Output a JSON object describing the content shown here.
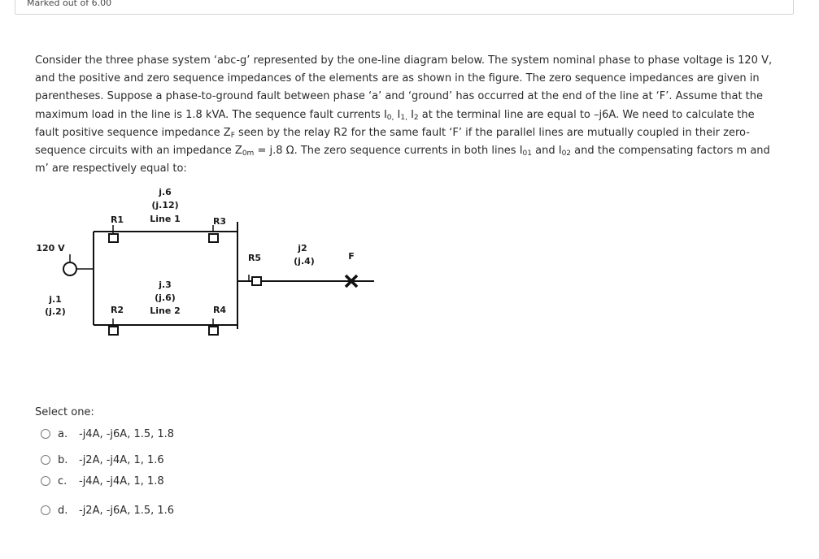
{
  "header": {
    "marked": "Marked out of 6.00"
  },
  "question": {
    "p1": "Consider the three phase system ‘abc-g’ represented by the one-line diagram below. The system nominal phase to phase voltage is 120 V, and the positive and zero sequence impedances of the elements are as shown in the figure. The zero sequence impedances are given in parentheses. Suppose a phase-to-ground fault between phase ‘a’ and ‘ground’ has occurred at the end of the line at ‘F’. Assume that the maximum load in the line is 1.8 kVA. The sequence fault currents I",
    "sub0": "0,",
    "s1": " I",
    "sub1": "1,",
    "s2": " I",
    "sub2": "2",
    "p2": " at the terminal line are equal to –j6A. We need to calculate the fault positive sequence impedance Z",
    "subF": "F",
    "p3": " seen by the relay R2 for the same fault ‘F’ if the parallel lines are mutually coupled in their zero-sequence circuits with an impedance Z",
    "subOm": "0m",
    "p4": " = j.8 Ω. The zero sequence currents in both lines I",
    "sub01": "01",
    "p5": " and I",
    "sub02": "02",
    "p6": " and the compensating factors m and m’ are respectively equal to:"
  },
  "diagram": {
    "source_voltage": "120 V",
    "source_pos": "j.1",
    "source_zero": "(j.2)",
    "line1_pos": "j.6",
    "line1_zero": "(j.12)",
    "line1_name": "Line 1",
    "line2_pos": "j.3",
    "line2_zero": "(j.6)",
    "line2_name": "Line 2",
    "relays": [
      "R1",
      "R2",
      "R3",
      "R4",
      "R5"
    ],
    "tail_pos": "j2",
    "tail_zero": "(j.4)",
    "fault": "F"
  },
  "select_label": "Select one:",
  "options": [
    {
      "letter": "a.",
      "text": "-j4A, -j6A, 1.5, 1.8"
    },
    {
      "letter": "b.",
      "text": "-j2A, -j4A, 1, 1.6"
    },
    {
      "letter": "c.",
      "text": "-j4A, -j4A, 1, 1.8"
    },
    {
      "letter": "d.",
      "text": "-j2A, -j6A, 1.5, 1.6"
    }
  ]
}
